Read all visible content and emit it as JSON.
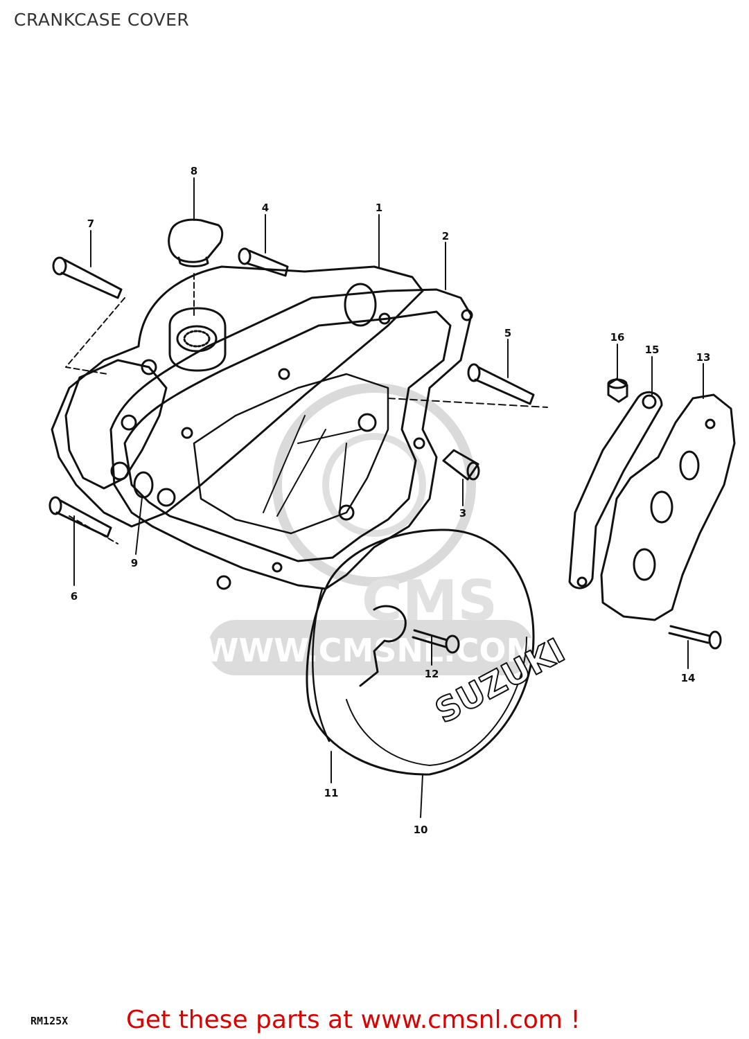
{
  "title": "CRANKCASE COVER",
  "model_code": "RM125X",
  "cta_text": "Get these parts at www.cmsnl.com !",
  "watermark_text": "WWW.CMSNL.COM",
  "watermark_logo": "CMS",
  "brand_on_cover": "SUZUKI",
  "colors": {
    "cta": "#dd0000",
    "lines": "#111111",
    "watermark": "#cccccc"
  },
  "callouts": [
    {
      "id": "1",
      "label": "1"
    },
    {
      "id": "2",
      "label": "2"
    },
    {
      "id": "3",
      "label": "3"
    },
    {
      "id": "4",
      "label": "4"
    },
    {
      "id": "5",
      "label": "5"
    },
    {
      "id": "6",
      "label": "6"
    },
    {
      "id": "7",
      "label": "7"
    },
    {
      "id": "8",
      "label": "8"
    },
    {
      "id": "9",
      "label": "9"
    },
    {
      "id": "10",
      "label": "10"
    },
    {
      "id": "11",
      "label": "11"
    },
    {
      "id": "12",
      "label": "12"
    },
    {
      "id": "13",
      "label": "13"
    },
    {
      "id": "14",
      "label": "14"
    },
    {
      "id": "15",
      "label": "15"
    },
    {
      "id": "16",
      "label": "16"
    }
  ]
}
